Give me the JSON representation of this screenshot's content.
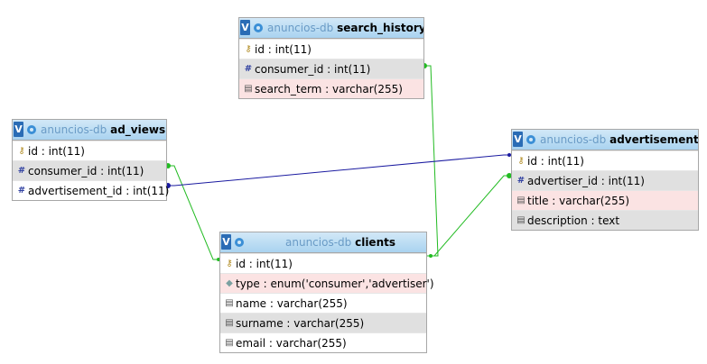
{
  "tables": {
    "search_history": {
      "db": "anuncios-db",
      "name": "search_history",
      "columns": [
        {
          "icon": "key-icon",
          "text": "id : int(11)"
        },
        {
          "icon": "hash-icon",
          "text": "consumer_id : int(11)"
        },
        {
          "icon": "column-icon",
          "text": "search_term : varchar(255)"
        }
      ]
    },
    "ad_views": {
      "db": "anuncios-db",
      "name": "ad_views",
      "columns": [
        {
          "icon": "key-icon",
          "text": "id : int(11)"
        },
        {
          "icon": "hash-icon",
          "text": "consumer_id : int(11)"
        },
        {
          "icon": "hash-icon",
          "text": "advertisement_id : int(11)"
        }
      ]
    },
    "advertisements": {
      "db": "anuncios-db",
      "name": "advertisements",
      "columns": [
        {
          "icon": "key-icon",
          "text": "id : int(11)"
        },
        {
          "icon": "hash-icon",
          "text": "advertiser_id : int(11)"
        },
        {
          "icon": "column-icon",
          "text": "title : varchar(255)"
        },
        {
          "icon": "column-icon",
          "text": "description : text"
        }
      ]
    },
    "clients": {
      "db": "anuncios-db",
      "name": "clients",
      "columns": [
        {
          "icon": "key-icon",
          "text": "id : int(11)"
        },
        {
          "icon": "diamond-icon",
          "text": "type : enum('consumer','advertiser')"
        },
        {
          "icon": "column-icon",
          "text": "name : varchar(255)"
        },
        {
          "icon": "column-icon",
          "text": "surname : varchar(255)"
        },
        {
          "icon": "column-icon",
          "text": "email : varchar(255)"
        }
      ]
    }
  },
  "toggle_label": "V",
  "colors": {
    "relation_green": "#22bb22",
    "relation_blue": "#1a1aa0",
    "header_top": "#d2e8f7",
    "header_bottom": "#a9d3f0"
  }
}
